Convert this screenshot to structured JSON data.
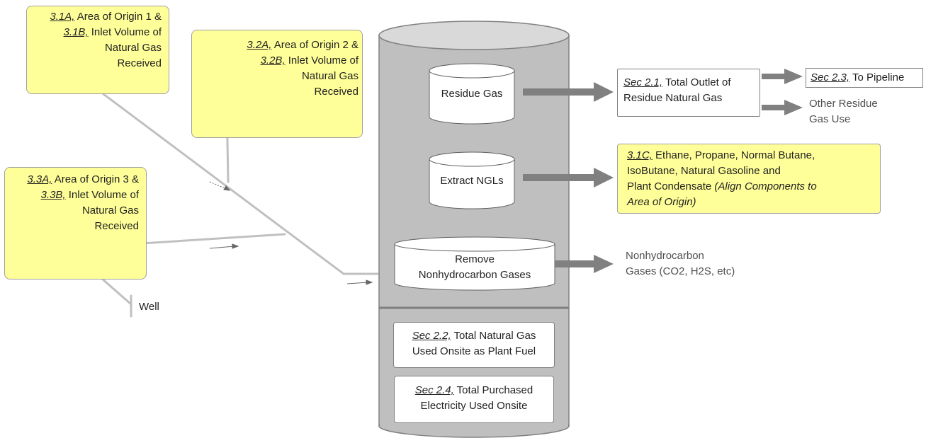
{
  "origin1": {
    "ref_a": "3.1A,",
    "text_a": " Area of Origin 1 &",
    "ref_b": "3.1B,",
    "text_b": " Inlet Volume of",
    "line3": "Natural Gas",
    "line4": "Received"
  },
  "origin2": {
    "ref_a": "3.2A,",
    "text_a": " Area of Origin 2 &",
    "ref_b": "3.2B,",
    "text_b": " Inlet Volume of",
    "line3": "Natural Gas",
    "line4": "Received"
  },
  "origin3": {
    "ref_a": "3.3A,",
    "text_a": " Area of Origin 3 &",
    "ref_b": "3.3B,",
    "text_b": " Inlet Volume of",
    "line3": "Natural Gas",
    "line4": "Received"
  },
  "well_label": "Well",
  "plant": {
    "residue_gas": "Residue Gas",
    "extract_ngls": "Extract NGLs",
    "remove_line1": "Remove",
    "remove_line2": "Nonhydrocarbon Gases",
    "plant_fuel": {
      "ref": "Sec 2.2,",
      "text": " Total Natural Gas",
      "line2": "Used Onsite as Plant Fuel"
    },
    "electricity": {
      "ref": "Sec 2.4,",
      "text": " Total Purchased",
      "line2": "Electricity Used Onsite"
    }
  },
  "outputs": {
    "total_outlet": {
      "ref": "Sec 2.1,",
      "text": " Total Outlet of",
      "line2": "Residue Natural Gas"
    },
    "pipeline": {
      "ref": "Sec 2.3,",
      "text": " To Pipeline"
    },
    "other_use_line1": "Other Residue",
    "other_use_line2": "Gas Use",
    "ngl": {
      "ref": "3.1C,",
      "text": " Ethane, Propane, Normal Butane,",
      "line2": "IsoButane, Natural Gasoline and",
      "line3_plain": "Plant Condensate ",
      "line3_italic": "(Align Components to",
      "line4_italic": "Area of Origin)"
    },
    "nonhydro_line1": "Nonhydrocarbon",
    "nonhydro_line2": "Gases (CO2, H2S, etc)"
  },
  "colors": {
    "box_yellow": "#ffff99",
    "pipe_gray": "#c0c0c0",
    "arrow_gray": "#808080",
    "vessel_gray": "#bfbfbf"
  }
}
